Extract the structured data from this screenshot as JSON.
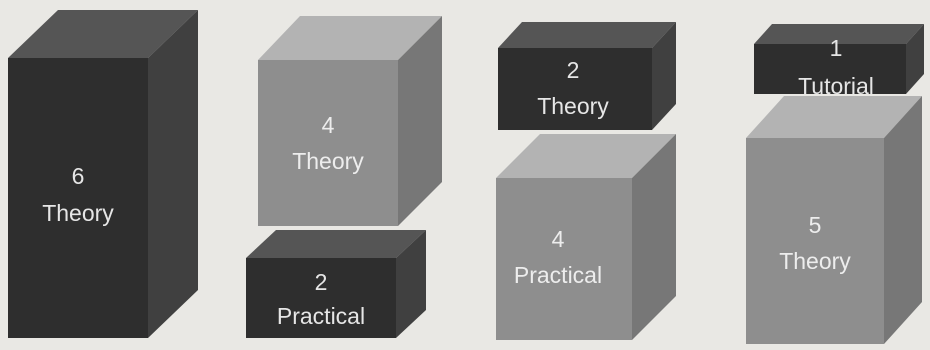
{
  "columns": [
    {
      "blocks": [
        {
          "value": "6",
          "label": "Theory",
          "shade": "dark"
        }
      ]
    },
    {
      "blocks": [
        {
          "value": "4",
          "label": "Theory",
          "shade": "light"
        },
        {
          "value": "2",
          "label": "Practical",
          "shade": "dark"
        }
      ]
    },
    {
      "blocks": [
        {
          "value": "2",
          "label": "Theory",
          "shade": "dark"
        },
        {
          "value": "4",
          "label": "Practical",
          "shade": "light"
        }
      ]
    },
    {
      "blocks": [
        {
          "value": "1",
          "label": "Tutorial",
          "shade": "dark"
        },
        {
          "value": "5",
          "label": "Theory",
          "shade": "light"
        }
      ]
    }
  ],
  "colors": {
    "dark": {
      "front": "#2e2e2e",
      "top": "#555555",
      "side": "#404040",
      "text": "#e6e6e6"
    },
    "light": {
      "front": "#8e8e8e",
      "top": "#b3b3b3",
      "side": "#777777",
      "text": "#ededed"
    },
    "background": "#e9e8e4"
  }
}
